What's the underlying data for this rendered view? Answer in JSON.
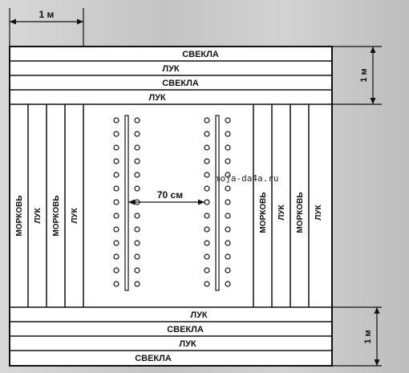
{
  "dimensions": {
    "top_width": "1 м",
    "top_right_height": "1 м",
    "bottom_right_height": "1 м",
    "spacing": "70 см"
  },
  "top_rows": [
    "СВЕКЛА",
    "ЛУК",
    "СВЕКЛА",
    "ЛУК"
  ],
  "bottom_rows": [
    "ЛУК",
    "СВЕКЛА",
    "ЛУК",
    "СВЕКЛА"
  ],
  "left_columns": [
    "МОРКОВЬ",
    "ЛУК",
    "МОРКОВЬ",
    "ЛУК"
  ],
  "right_columns": [
    "МОРКОВЬ",
    "ЛУК",
    "МОРКОВЬ",
    "ЛУК"
  ],
  "watermark": "moja-da4a.ru",
  "colors": {
    "line": "#111111",
    "bed_fill": "#ffffff"
  }
}
